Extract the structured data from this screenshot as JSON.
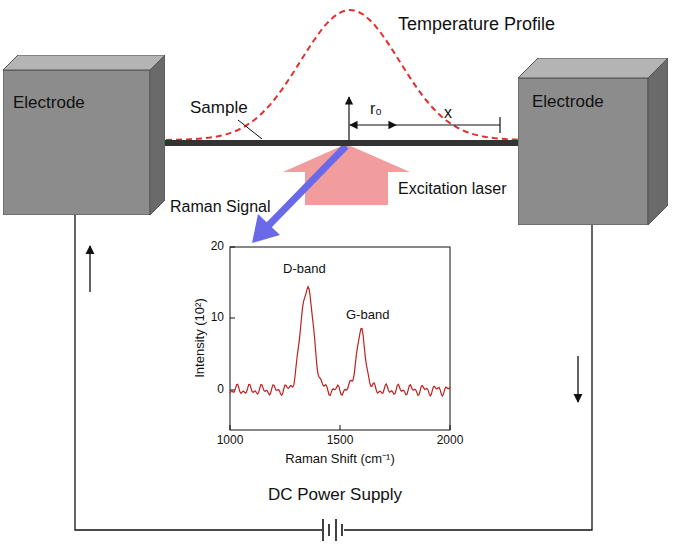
{
  "diagram": {
    "nodes": [
      {
        "text": [
          "Electrode"
        ]
      },
      {
        "text": [
          "Electrode"
        ]
      }
    ],
    "edges": [
      {
        "from": 0,
        "to": 1,
        "arrow": "none"
      }
    ],
    "labels": [
      "Temperature Profile",
      "Sample",
      "r₀",
      "x",
      "Excitation laser",
      "Raman Signal",
      "D-band",
      "G-band",
      "20",
      "10",
      "0",
      "1000",
      "1500",
      "2000",
      "Raman Shift (cm⁻¹)",
      "Intensity (10²)",
      "DC Power Supply"
    ]
  }
}
